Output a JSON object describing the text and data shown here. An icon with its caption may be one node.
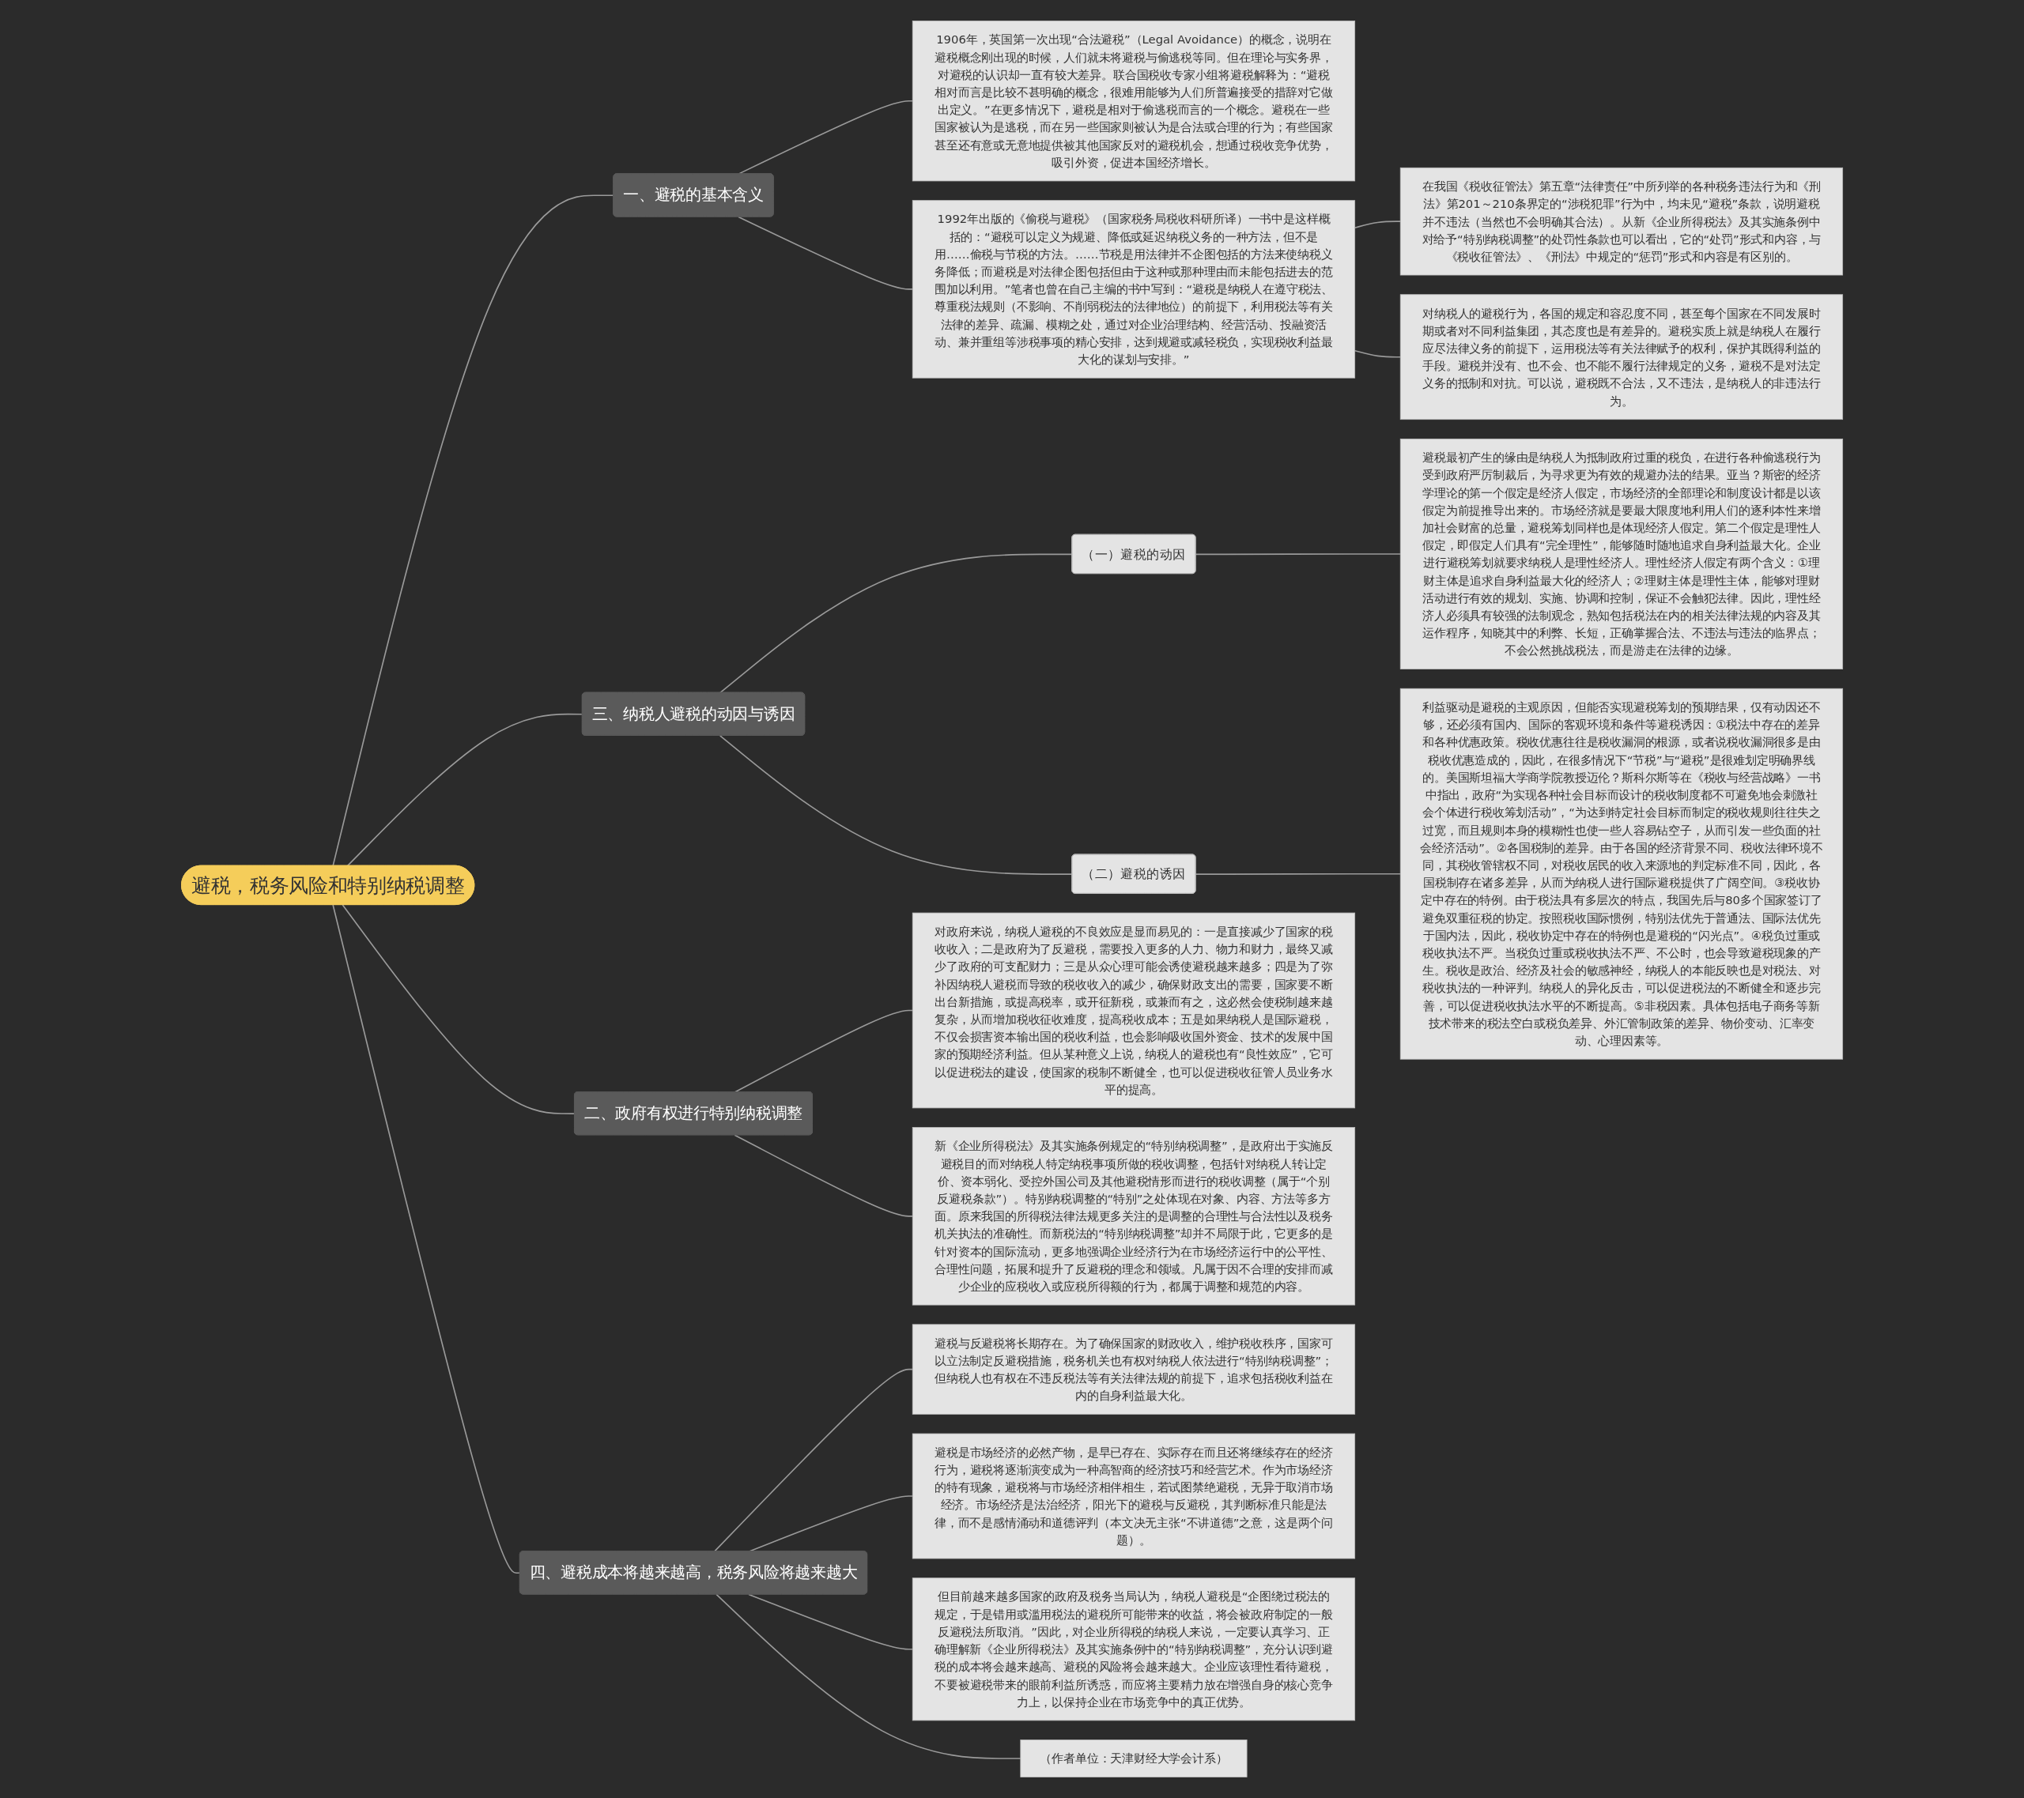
{
  "diagram": {
    "nodes": [
      {
        "text": [
          "避税，税务风险和特别纳税调整"
        ]
      },
      {
        "text": [
          "一、避税的基本含义"
        ]
      },
      {
        "text": [
          "1906年，英国第一次出现“合法避税”（Legal Avoidance）的概念，说明在避税概念刚出现的时候，人们就未将避税与偷逃税等同。但在理论与实务界，对避税的认识却一直有较大差异。联合国税收专家小组将避税解释为：“避税相对而言是比较不甚明确的概念，很难用能够为人们所普遍接受的措辞对它做出定义。”在更多情况下，避税是相对于偷逃税而言的一个概念。避税在一些国家被认为是逃税，而在另一些国家则被认为是合法或合理的行为；有些国家甚至还有意或无意地提供被其他国家反对的避税机会，想通过税收竞争优势，吸引外资，促进本国经济增长。"
        ]
      },
      {
        "text": [
          "1992年出版的《偷税与避税》（国家税务局税收科研所译）一书中是这样概括的：“避税可以定义为规避、降低或延迟纳税义务的一种方法，但不是用……偷税与节税的方法。……节税是用法律并不企图包括的方法来使纳税义务降低；而避税是对法律企图包括但由于这种或那种理由而未能包括进去的范围加以利用。”笔者也曾在自己主编的书中写到：“避税是纳税人在遵守税法、尊重税法规则（不影响、不削弱税法的法律地位）的前提下，利用税法等有关法律的差异、疏漏、模糊之处，通过对企业治理结构、经营活动、投融资活动、兼并重组等涉税事项的精心安排，达到规避或减轻税负，实现税收利益最大化的谋划与安排。”"
        ]
      },
      {
        "text": [
          "在我国《税收征管法》第五章“法律责任”中所列举的各种税务违法行为和《刑法》第201～210条界定的“涉税犯罪”行为中，均未见“避税”条款，说明避税并不违法（当然也不会明确其合法）。从新《企业所得税法》及其实施条例中对给予“特别纳税调整”的处罚性条款也可以看出，它的“处罚”形式和内容，与《税收征管法》、《刑法》中规定的“惩罚”形式和内容是有区别的。"
        ]
      },
      {
        "text": [
          "对纳税人的避税行为，各国的规定和容忍度不同，甚至每个国家在不同发展时期或者对不同利益集团，其态度也是有差异的。避税实质上就是纳税人在履行应尽法律义务的前提下，运用税法等有关法律赋予的权利，保护其既得利益的手段。避税并没有、也不会、也不能不履行法律规定的义务，避税不是对法定义务的抵制和对抗。可以说，避税既不合法，又不违法，是纳税人的非违法行为。"
        ]
      },
      {
        "text": [
          "三、纳税人避税的动因与诱因"
        ]
      },
      {
        "text": [
          "（一）避税的动因"
        ]
      },
      {
        "text": [
          "避税最初产生的缘由是纳税人为抵制政府过重的税负，在进行各种偷逃税行为受到政府严厉制裁后，为寻求更为有效的规避办法的结果。亚当？斯密的经济学理论的第一个假定是经济人假定，市场经济的全部理论和制度设计都是以该假定为前提推导出来的。市场经济就是要最大限度地利用人们的逐利本性来增加社会财富的总量，避税筹划同样也是体现经济人假定。第二个假定是理性人假定，即假定人们具有“完全理性”，能够随时随地追求自身利益最大化。企业进行避税筹划就要求纳税人是理性经济人。理性经济人假定有两个含义：①理财主体是追求自身利益最大化的经济人；②理财主体是理性主体，能够对理财活动进行有效的规划、实施、协调和控制，保证不会触犯法律。因此，理性经济人必须具有较强的法制观念，熟知包括税法在内的相关法律法规的内容及其运作程序，知晓其中的利弊、长短，正确掌握合法、不违法与违法的临界点；不会公然挑战税法，而是游走在法律的边缘。"
        ]
      },
      {
        "text": [
          "（二）避税的诱因"
        ]
      },
      {
        "text": [
          "利益驱动是避税的主观原因，但能否实现避税筹划的预期结果，仅有动因还不够，还必须有国内、国际的客观环境和条件等避税诱因：①税法中存在的差异和各种优惠政策。税收优惠往往是税收漏洞的根源，或者说税收漏洞很多是由税收优惠造成的，因此，在很多情况下“节税”与“避税”是很难划定明确界线的。美国斯坦福大学商学院教授迈伦？斯科尔斯等在《税收与经营战略》一书中指出，政府“为实现各种社会目标而设计的税收制度都不可避免地会刺激社会个体进行税收筹划活动”，“为达到特定社会目标而制定的税收规则往往失之过宽，而且规则本身的模糊性也使一些人容易钻空子，从而引发一些负面的社会经济活动”。②各国税制的差异。由于各国的经济背景不同、税收法律环境不同，其税收管辖权不同，对税收居民的收入来源地的判定标准不同，因此，各国税制存在诸多差异，从而为纳税人进行国际避税提供了广阔空间。③税收协定中存在的特例。由于税法具有多层次的特点，我国先后与80多个国家签订了避免双重征税的协定。按照税收国际惯例，特别法优先于普通法、国际法优先于国内法，因此，税收协定中存在的特例也是避税的“闪光点”。④税负过重或税收执法不严。当税负过重或税收执法不严、不公时，也会导致避税现象的产生。税收是政治、经济及社会的敏感神经，纳税人的本能反映也是对税法、对税收执法的一种评判。纳税人的异化反击，可以促进税法的不断健全和逐步完善，可以促进税收执法水平的不断提高。⑤非税因素。具体包括电子商务等新技术带来的税法空白或税负差异、外汇管制政策的差异、物价变动、汇率变动、心理因素等。"
        ]
      },
      {
        "text": [
          "二、政府有权进行特别纳税调整"
        ]
      },
      {
        "text": [
          "对政府来说，纳税人避税的不良效应是显而易见的：一是直接减少了国家的税收收入；二是政府为了反避税，需要投入更多的人力、物力和财力，最终又减少了政府的可支配财力；三是从众心理可能会诱使避税越来越多；四是为了弥补因纳税人避税而导致的税收收入的减少，确保财政支出的需要，国家要不断出台新措施，或提高税率，或开征新税，或兼而有之，这必然会使税制越来越复杂，从而增加税收征收难度，提高税收成本；五是如果纳税人是国际避税，不仅会损害资本输出国的税收利益，也会影响吸收国外资金、技术的发展中国家的预期经济利益。但从某种意义上说，纳税人的避税也有“良性效应”，它可以促进税法的建设，使国家的税制不断健全，也可以促进税收征管人员业务水平的提高。"
        ]
      },
      {
        "text": [
          "新《企业所得税法》及其实施条例规定的“特别纳税调整”，是政府出于实施反避税目的而对纳税人特定纳税事项所做的税收调整，包括针对纳税人转让定价、资本弱化、受控外国公司及其他避税情形而进行的税收调整（属于“个别反避税条款”）。特别纳税调整的“特别”之处体现在对象、内容、方法等多方面。原来我国的所得税法律法规更多关注的是调整的合理性与合法性以及税务机关执法的准确性。而新税法的“特别纳税调整”却并不局限于此，它更多的是针对资本的国际流动，更多地强调企业经济行为在市场经济运行中的公平性、合理性问题，拓展和提升了反避税的理念和领域。凡属于因不合理的安排而减少企业的应税收入或应税所得额的行为，都属于调整和规范的内容。"
        ]
      },
      {
        "text": [
          "四、避税成本将越来越高，税务风险将越来越大"
        ]
      },
      {
        "text": [
          "避税与反避税将长期存在。为了确保国家的财政收入，维护税收秩序，国家可以立法制定反避税措施，税务机关也有权对纳税人依法进行“特别纳税调整”；但纳税人也有权在不违反税法等有关法律法规的前提下，追求包括税收利益在内的自身利益最大化。"
        ]
      },
      {
        "text": [
          "避税是市场经济的必然产物，是早已存在、实际存在而且还将继续存在的经济行为，避税将逐渐演变成为一种高智商的经济技巧和经营艺术。作为市场经济的特有现象，避税将与市场经济相伴相生，若试图禁绝避税，无异于取消市场经济。市场经济是法治经济，阳光下的避税与反避税，其判断标准只能是法律，而不是感情涌动和道德评判（本文决无主张“不讲道德”之意，这是两个问题）。"
        ]
      },
      {
        "text": [
          "但目前越来越多国家的政府及税务当局认为，纳税人避税是“企图绕过税法的规定，于是错用或滥用税法的避税所可能带来的收益，将会被政府制定的一般反避税法所取消。”因此，对企业所得税的纳税人来说，一定要认真学习、正确理解新《企业所得税法》及其实施条例中的“特别纳税调整”，充分认识到避税的成本将会越来越高、避税的风险将会越来越大。企业应该理性看待避税，不要被避税带来的眼前利益所诱惑，而应将主要精力放在增强自身的核心竞争力上，以保持企业在市场竞争中的真正优势。"
        ]
      },
      {
        "text": [
          "（作者单位：天津财经大学会计系）"
        ]
      }
    ],
    "edges": [
      {
        "from": 0,
        "to": 1,
        "arrow": "none"
      },
      {
        "from": 1,
        "to": 2,
        "arrow": "none"
      },
      {
        "from": 1,
        "to": 3,
        "arrow": "none"
      },
      {
        "from": 3,
        "to": 4,
        "arrow": "none"
      },
      {
        "from": 3,
        "to": 5,
        "arrow": "none"
      },
      {
        "from": 0,
        "to": 6,
        "arrow": "none"
      },
      {
        "from": 6,
        "to": 7,
        "arrow": "none"
      },
      {
        "from": 7,
        "to": 8,
        "arrow": "none"
      },
      {
        "from": 6,
        "to": 9,
        "arrow": "none"
      },
      {
        "from": 9,
        "to": 10,
        "arrow": "none"
      },
      {
        "from": 0,
        "to": 11,
        "arrow": "none"
      },
      {
        "from": 11,
        "to": 12,
        "arrow": "none"
      },
      {
        "from": 11,
        "to": 13,
        "arrow": "none"
      },
      {
        "from": 0,
        "to": 14,
        "arrow": "none"
      },
      {
        "from": 14,
        "to": 15,
        "arrow": "none"
      },
      {
        "from": 14,
        "to": 16,
        "arrow": "none"
      },
      {
        "from": 14,
        "to": 17,
        "arrow": "none"
      },
      {
        "from": 14,
        "to": 18,
        "arrow": "none"
      }
    ]
  }
}
